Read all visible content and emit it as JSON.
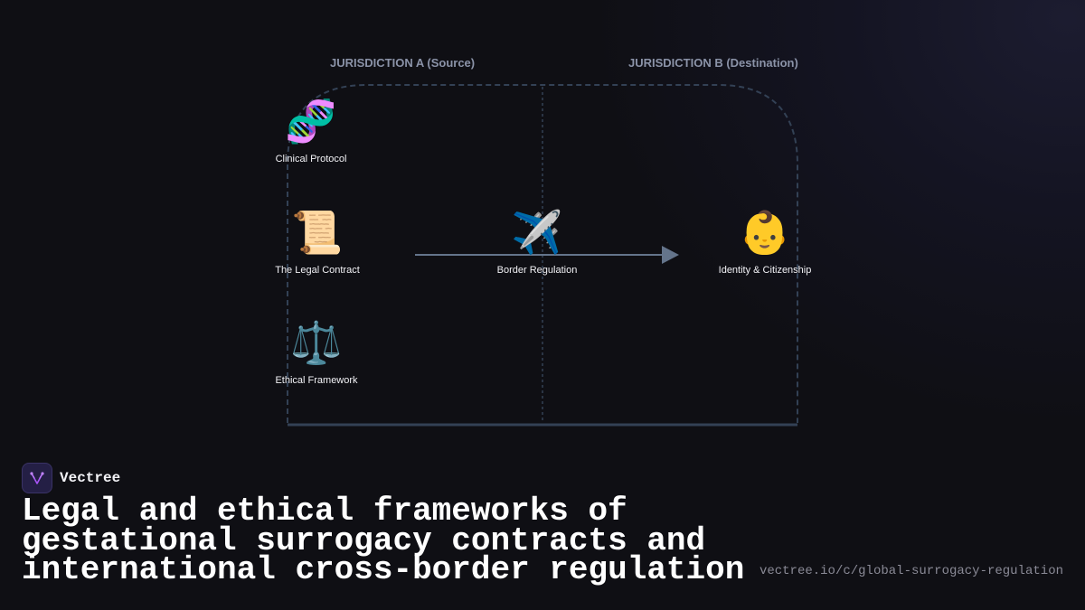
{
  "diagram": {
    "columns": [
      {
        "label": "JURISDICTION A (Source)"
      },
      {
        "label": "JURISDICTION B (Destination)"
      }
    ],
    "nodes": [
      {
        "icon": "dna-icon",
        "emoji": "🧬",
        "label": "Clinical Protocol"
      },
      {
        "icon": "scroll-icon",
        "emoji": "📜",
        "label": "The Legal Contract"
      },
      {
        "icon": "scales-icon",
        "emoji": "⚖️",
        "label": "Ethical Framework"
      },
      {
        "icon": "airplane-icon",
        "emoji": "✈️",
        "label": "Border Regulation"
      },
      {
        "icon": "baby-icon",
        "emoji": "👶",
        "label": "Identity & Citizenship"
      }
    ],
    "colors": {
      "frame": "#334155",
      "arrow": "#64748b",
      "column_label": "#8b93a8"
    }
  },
  "brand": {
    "name": "Vectree",
    "logo_icon": "vectree-logo-icon",
    "accent": "#a855f7"
  },
  "title": "Legal and ethical frameworks of gestational surrogacy contracts and international cross-border regulation",
  "url": "vectree.io/c/global-surrogacy-regulation"
}
